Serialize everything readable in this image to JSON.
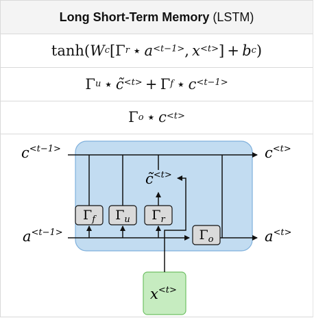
{
  "header": {
    "title_bold": "Long Short-Term Memory",
    "title_rest": "(LSTM)"
  },
  "equations": {
    "candidate": {
      "fn": "tanh",
      "w": "W",
      "w_sub": "c",
      "gamma": "Γ",
      "gamma_sub": "r",
      "star": "⋆",
      "a": "a",
      "a_sup": "<t−1>",
      "comma": ",",
      "x": "x",
      "x_sup": "<t>",
      "b": "b",
      "b_sub": "c"
    },
    "cell": {
      "gamma": "Γ",
      "u_sub": "u",
      "star": "⋆",
      "ctilde": "c̃",
      "ctilde_sup": "<t>",
      "plus": "+",
      "f_sub": "f",
      "c": "c",
      "c_sup": "<t−1>"
    },
    "hidden": {
      "gamma": "Γ",
      "o_sub": "o",
      "star": "⋆",
      "c": "c",
      "c_sup": "<t>"
    }
  },
  "diagram": {
    "colors": {
      "cell_fill": "#c2dcf1",
      "cell_stroke": "#7fb0dc",
      "gate_fill": "#dadada",
      "input_fill": "#c6ecc0",
      "input_stroke": "#6fc064",
      "line": "#111111"
    },
    "labels": {
      "c_prev": "c",
      "c_prev_sup": "<t−1>",
      "c_next": "c",
      "c_next_sup": "<t>",
      "a_prev": "a",
      "a_prev_sup": "<t−1>",
      "a_next": "a",
      "a_next_sup": "<t>",
      "ctilde": "c̃",
      "ctilde_sup": "<t>",
      "x": "x",
      "x_sup": "<t>"
    },
    "gates": [
      {
        "symbol": "Γ",
        "sub": "f"
      },
      {
        "symbol": "Γ",
        "sub": "u"
      },
      {
        "symbol": "Γ",
        "sub": "r"
      },
      {
        "symbol": "Γ",
        "sub": "o"
      }
    ]
  }
}
